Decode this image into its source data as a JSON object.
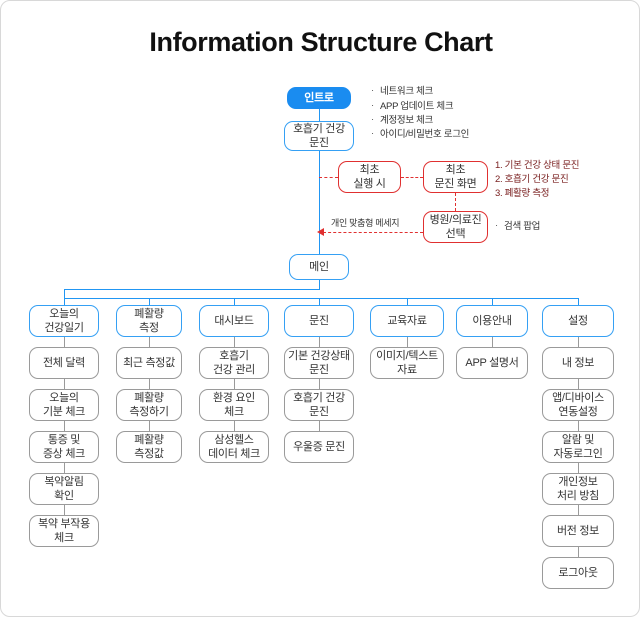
{
  "page": {
    "title": "Information Structure Chart",
    "colors": {
      "accent_blue": "#1a8cf0",
      "border_blue": "#35a0f4",
      "border_gray": "#9a9a9a",
      "red": "#e03030",
      "maroon_text": "#7a2020",
      "background": "#ffffff"
    }
  },
  "flow": {
    "intro": "인트로",
    "intro_notes": [
      "네트워크 체크",
      "APP 업데이트 체크",
      "계정정보 체크"
    ],
    "login": "호흡기 건강\n문진",
    "login_notes": [
      "아이디/비밀번호 로그인"
    ],
    "first_run": "최초\n실행 시",
    "first_survey": "최초\n문진 화면",
    "survey_steps": "1. 기본 건강 상태 문진\n2. 호흡기 건강 문진\n3. 폐활량 측정",
    "hospital_select": "병원/의료진\n선택",
    "hospital_notes": [
      "검색 팝업"
    ],
    "personal_message": "개인 맞춤형 메세지",
    "main": "메인"
  },
  "columns": [
    {
      "head": "오늘의\n건강일기",
      "items": [
        "전체 달력",
        "오늘의\n기분 체크",
        "통증 및\n증상 체크",
        "복약알림\n확인",
        "복약 부작용\n체크"
      ]
    },
    {
      "head": "폐활량\n측정",
      "items": [
        "최근 측정값",
        "폐활량\n측정하기",
        "폐활량\n측정값"
      ]
    },
    {
      "head": "대시보드",
      "items": [
        "호흡기\n건강 관리",
        "환경 요인\n체크",
        "삼성헬스\n데이터 체크"
      ]
    },
    {
      "head": "문진",
      "items": [
        "기본 건강상태\n문진",
        "호흡기 건강\n문진",
        "우울증 문진"
      ]
    },
    {
      "head": "교육자료",
      "items": [
        "이미지/텍스트\n자료"
      ]
    },
    {
      "head": "이용안내",
      "items": [
        "APP 설명서"
      ]
    },
    {
      "head": "설정",
      "items": [
        "내 정보",
        "앱/디바이스\n연동설정",
        "알람 및\n자동로그인",
        "개인정보\n처리 방침",
        "버전 정보",
        "로그아웃"
      ]
    }
  ]
}
